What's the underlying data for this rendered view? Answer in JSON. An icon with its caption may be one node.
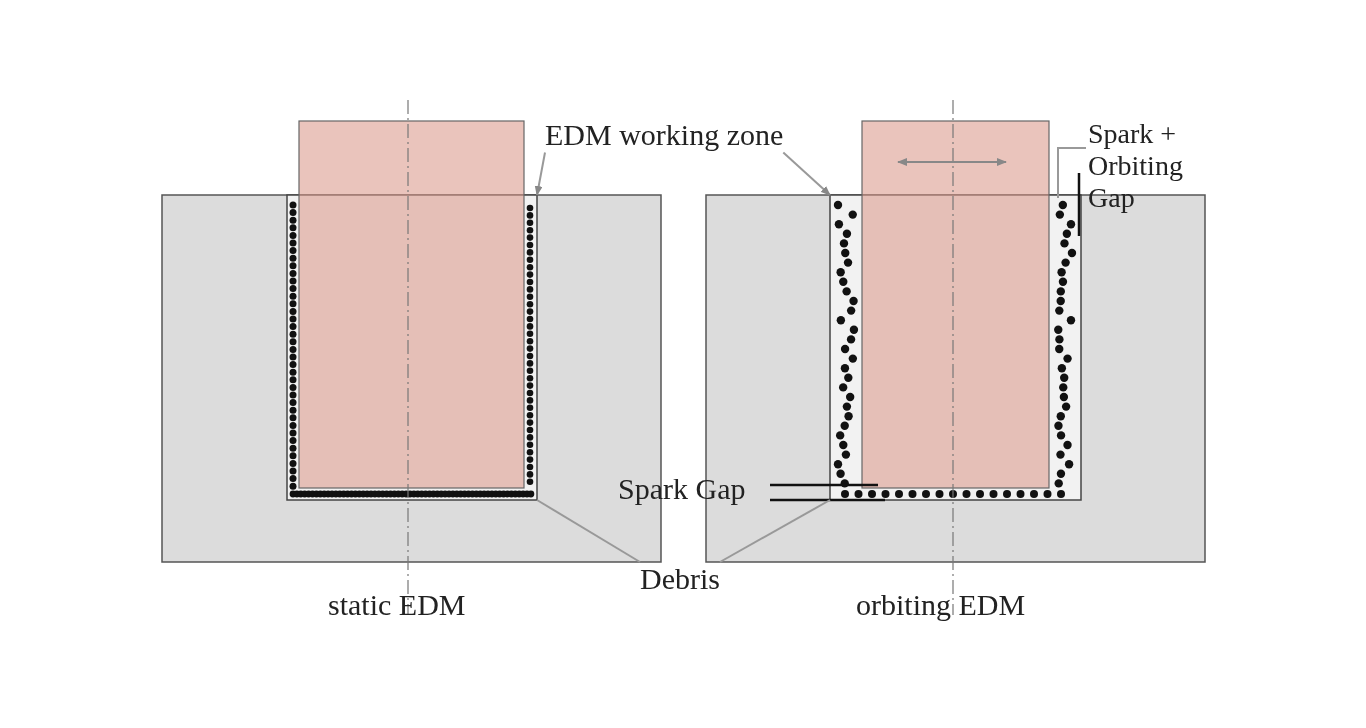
{
  "diagram": {
    "nodes": [
      {
        "text": [
          "EDM working zone"
        ]
      },
      {
        "text": [],
        "shape": "bar"
      },
      {
        "text": [],
        "shape": "bar"
      },
      {
        "text": [
          "Debris"
        ]
      },
      {
        "text": [
          "Spark + Orbiting Gap"
        ]
      }
    ],
    "edges": [
      {
        "from": 0,
        "to": 1,
        "arrow": "to"
      },
      {
        "from": 0,
        "to": 2,
        "arrow": "to"
      },
      {
        "from": 3,
        "to": 1,
        "arrow": "none"
      },
      {
        "from": 3,
        "to": 2,
        "arrow": "none"
      },
      {
        "from": 4,
        "to": 2,
        "arrow": "none"
      }
    ],
    "labels": [
      "Spark Gap",
      "static EDM",
      "orbiting EDM"
    ]
  }
}
